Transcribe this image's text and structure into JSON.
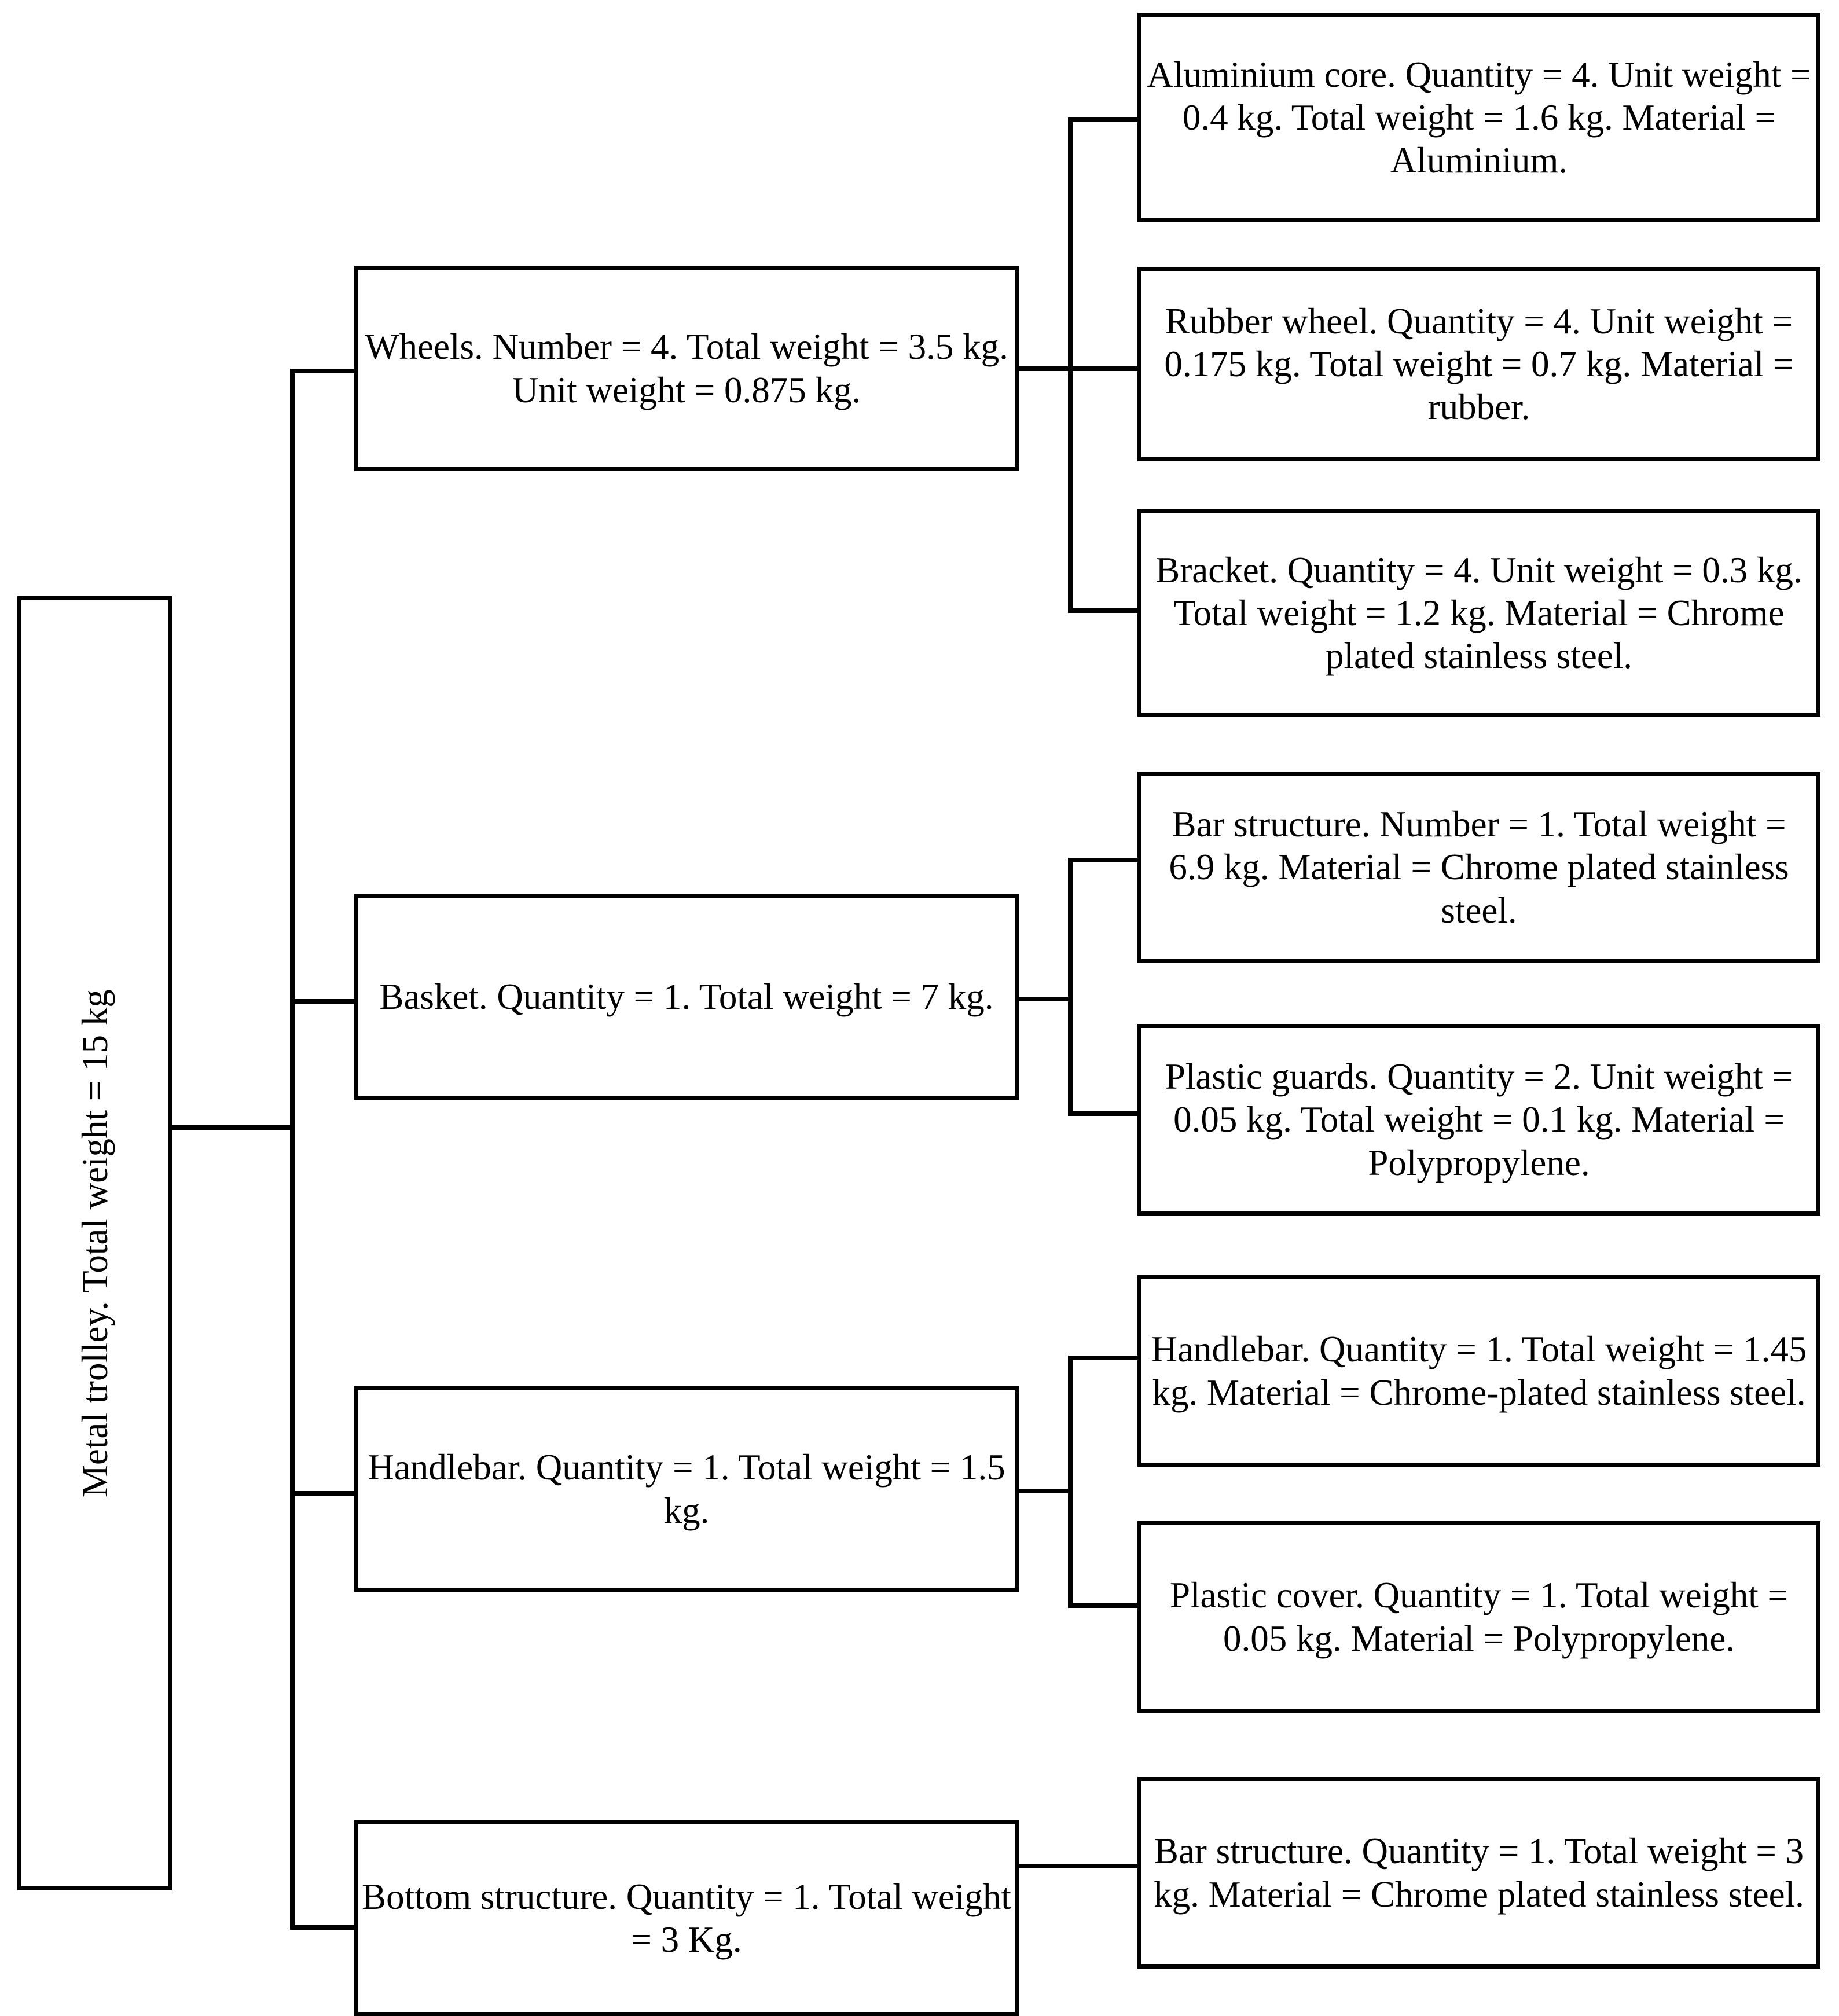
{
  "diagram": {
    "type": "bill-of-materials-tree",
    "title_text": "Metal trolley. Total weight = 15 kg",
    "root": {
      "label": "Metal trolley. Total weight = 15 kg"
    },
    "level1": [
      {
        "label": "Wheels. Number = 4. Total weight = 3.5 kg. Unit weight = 0.875 kg."
      },
      {
        "label": "Basket. Quantity = 1. Total weight = 7 kg."
      },
      {
        "label": "Handlebar. Quantity = 1. Total weight = 1.5 kg."
      },
      {
        "label": "Bottom structure. Quantity = 1. Total weight = 3 Kg."
      }
    ],
    "level2": [
      {
        "label": "Aluminium core. Quantity = 4. Unit weight = 0.4 kg. Total weight = 1.6 kg. Material = Aluminium."
      },
      {
        "label": "Rubber wheel. Quantity = 4. Unit weight = 0.175 kg. Total weight = 0.7 kg. Material = rubber."
      },
      {
        "label": "Bracket. Quantity = 4. Unit weight = 0.3 kg. Total weight = 1.2 kg. Material = Chrome plated stainless steel."
      },
      {
        "label": "Bar structure. Number = 1. Total weight = 6.9 kg. Material = Chrome plated stainless steel."
      },
      {
        "label": "Plastic guards. Quantity = 2. Unit weight = 0.05 kg. Total weight = 0.1 kg. Material = Polypropylene."
      },
      {
        "label": "Handlebar. Quantity = 1. Total weight = 1.45 kg. Material = Chrome-plated stainless steel."
      },
      {
        "label": "Plastic cover. Quantity = 1. Total weight = 0.05 kg. Material = Polypropylene."
      },
      {
        "label": "Bar structure. Quantity = 1. Total weight = 3 kg. Material = Chrome plated stainless steel."
      }
    ],
    "colors": {
      "line": "#000000",
      "box_fill": "#ffffff",
      "text": "#000000"
    }
  }
}
